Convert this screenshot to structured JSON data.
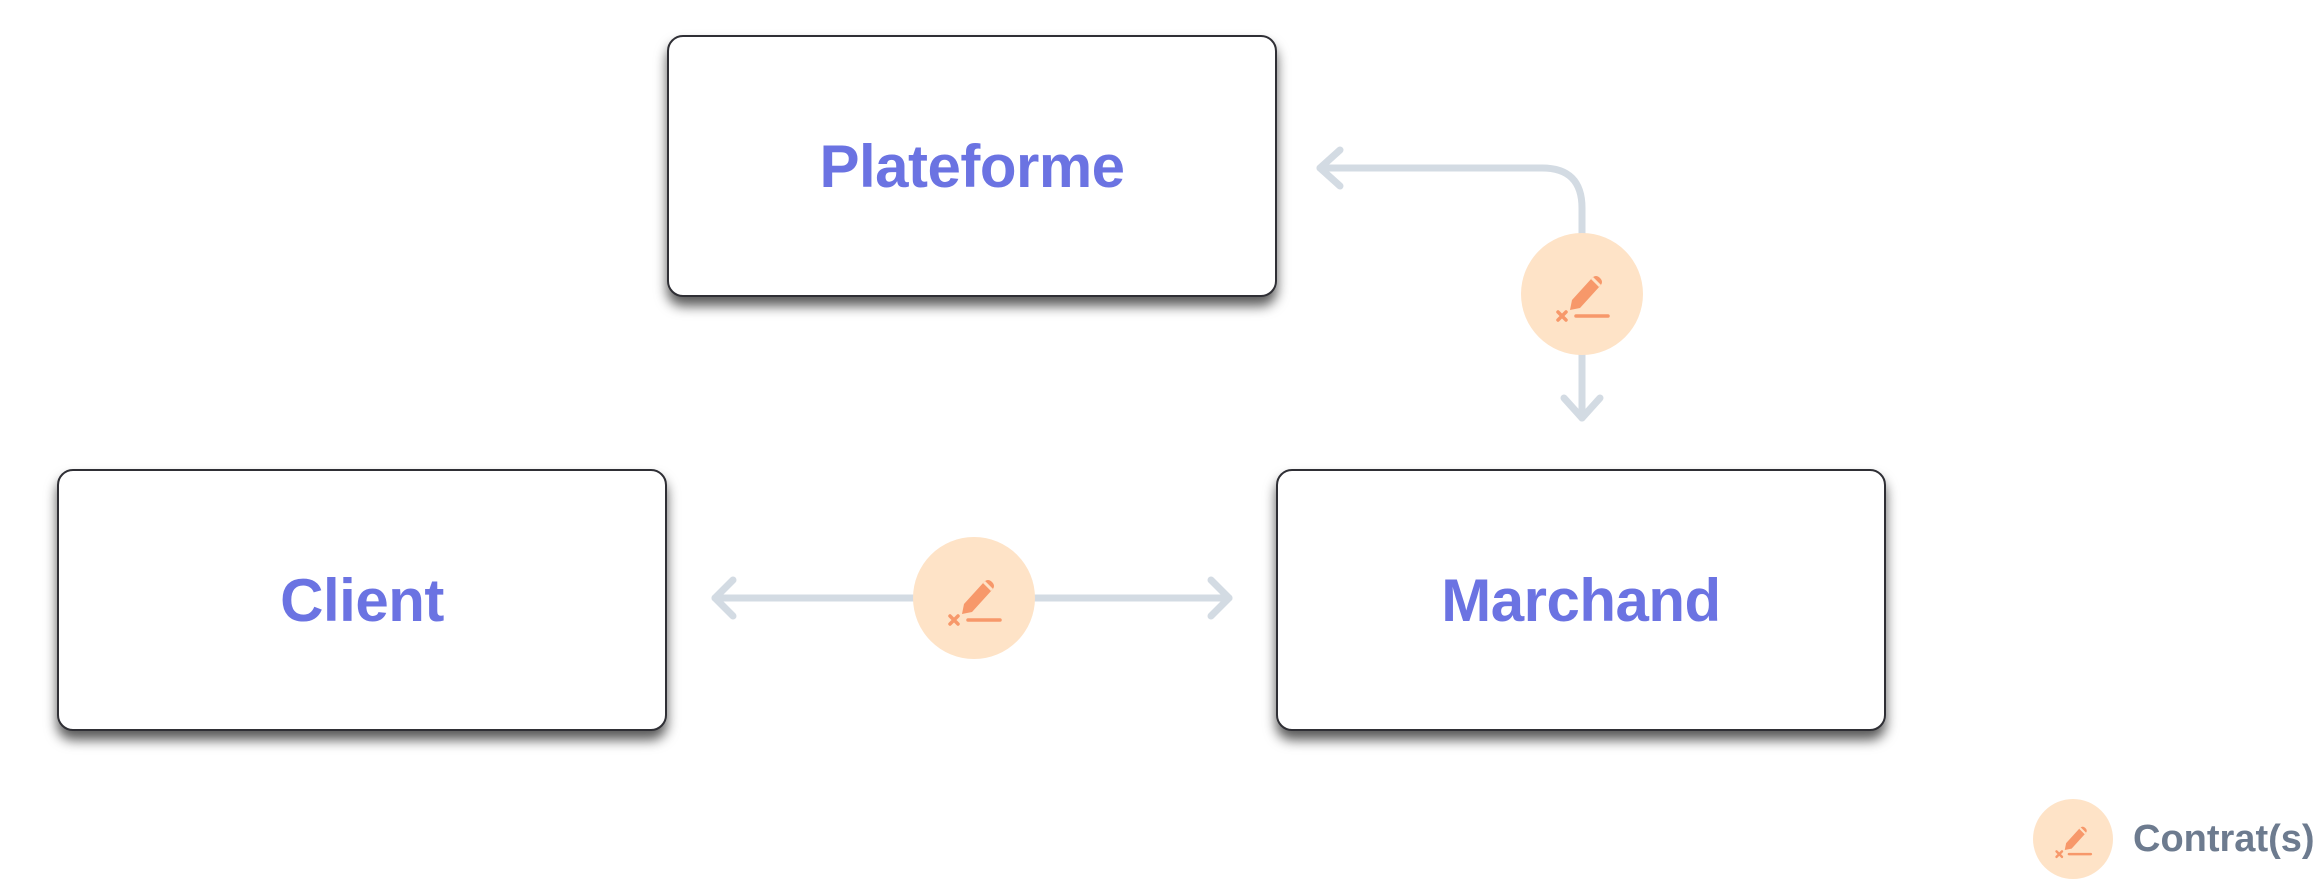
{
  "diagram": {
    "nodes": {
      "plateforme": "Plateforme",
      "client": "Client",
      "marchand": "Marchand"
    },
    "legend": {
      "label": "Contrat(s)",
      "icon": "contract-sign-icon"
    },
    "colors": {
      "node_text": "#6b73e2",
      "arrow": "#d3dbe3",
      "badge_bg": "#fee3c7",
      "badge_icon": "#f7986a",
      "legend_text": "#6d7b8f"
    }
  }
}
